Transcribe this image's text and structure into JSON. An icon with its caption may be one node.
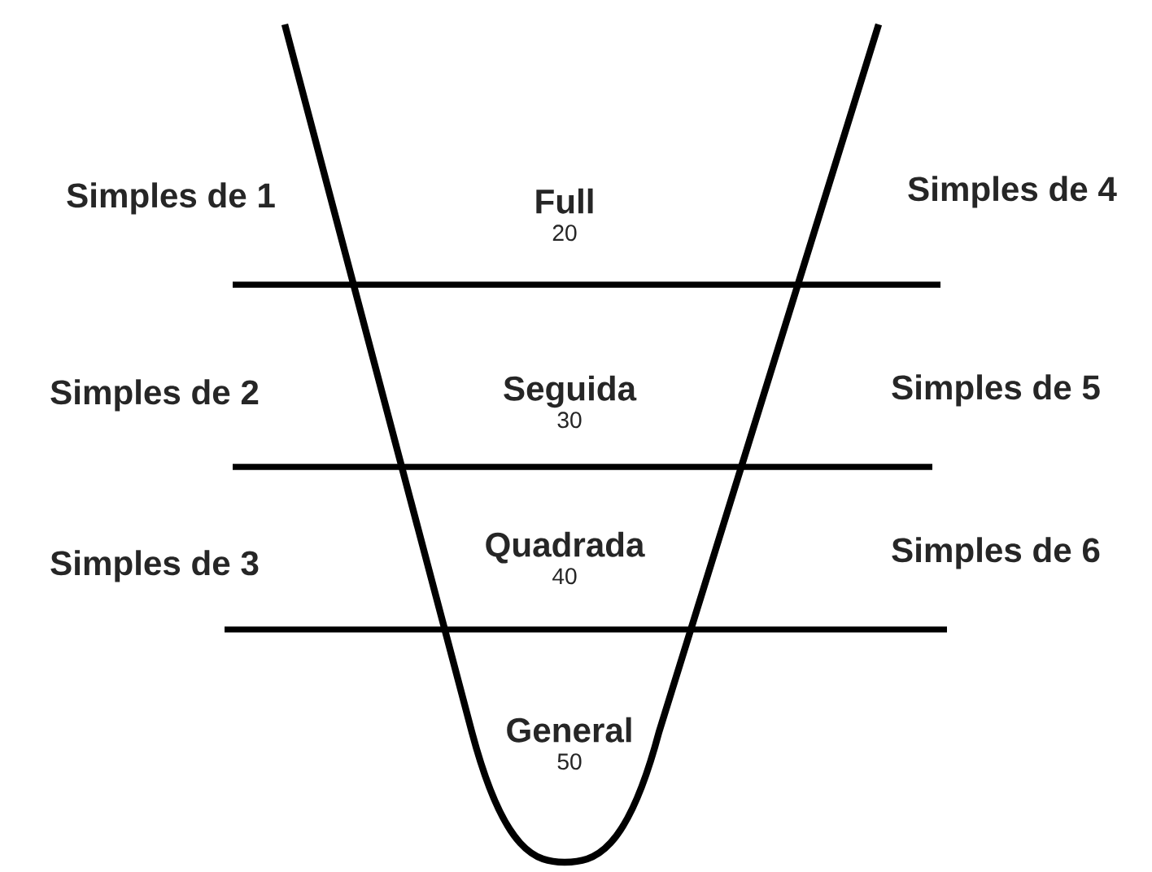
{
  "diagram": {
    "nodes": [
      {
        "text": [
          "Full",
          "20"
        ]
      },
      {
        "text": [
          "Seguida",
          "30"
        ]
      },
      {
        "text": [
          "Quadrada",
          "40"
        ]
      },
      {
        "text": [
          "General",
          "50"
        ]
      }
    ],
    "labels": [
      "Simples de 1",
      "Simples de 4",
      "Simples de 2",
      "Simples de 5",
      "Simples de 3",
      "Simples de 6"
    ]
  }
}
